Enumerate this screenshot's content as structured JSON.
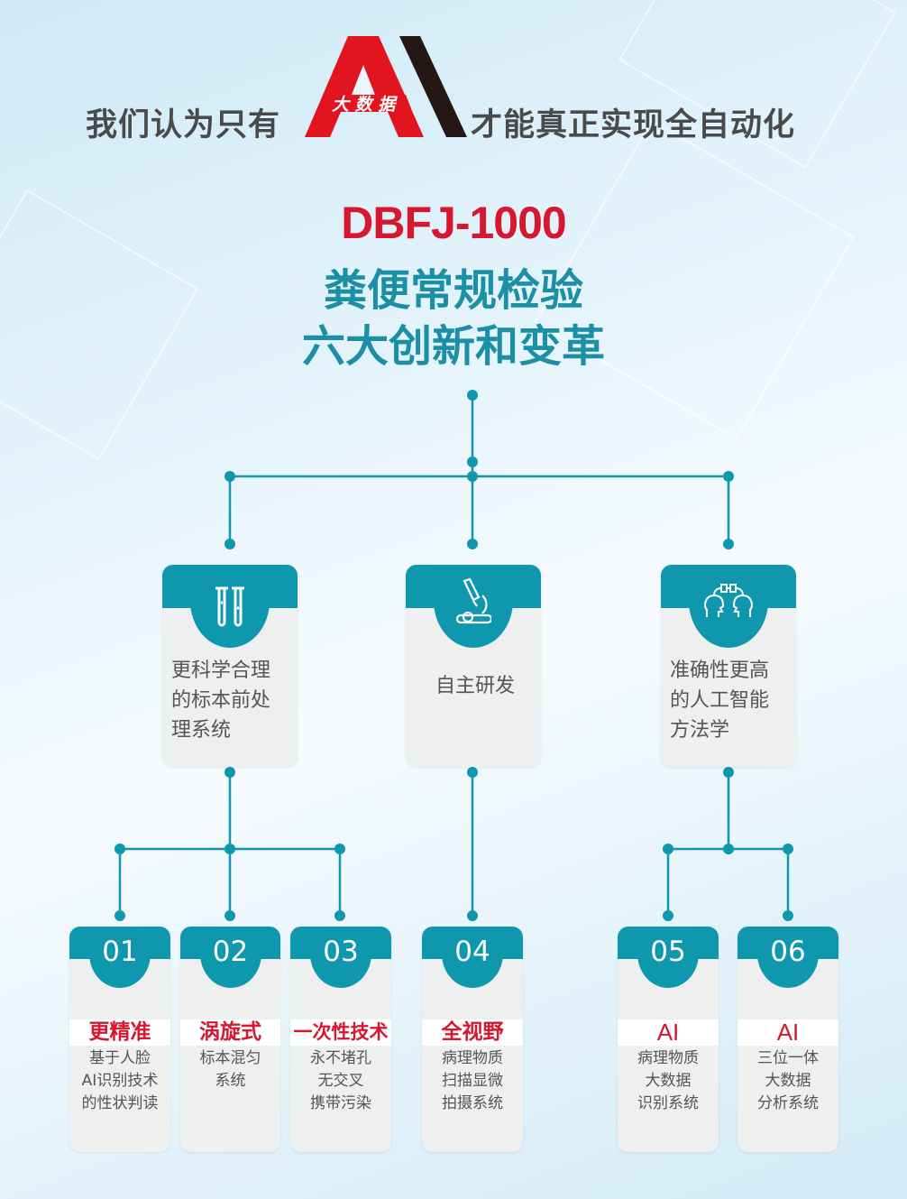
{
  "header": {
    "left_text": "我们认为只有",
    "logo_text": "大数据",
    "logo_letters": "Ai",
    "right_text": "才能真正实现全自动化"
  },
  "title": {
    "model": "DBFJ-1000",
    "line2": "粪便常规检验",
    "line3": "六大创新和变革"
  },
  "colors": {
    "teal": "#0e97ad",
    "red": "#d7172f",
    "card": "#eeefef",
    "text": "#555555"
  },
  "categories": [
    {
      "icon": "test-tubes-icon",
      "label": "更科学合理的标本前处理系统",
      "lines": [
        "更科学合理",
        "的标本前处",
        "理系统"
      ]
    },
    {
      "icon": "microscope-icon",
      "label": "自主研发",
      "lines": [
        "自主研发"
      ]
    },
    {
      "icon": "ai-heads-icon",
      "label": "准确性更高的人工智能方法学",
      "lines": [
        "准确性更高",
        "的人工智能",
        "方法学"
      ]
    }
  ],
  "items": [
    {
      "num": "01",
      "title": "更精准",
      "desc": [
        "基于人脸",
        "AI识别技术",
        "的性状判读"
      ]
    },
    {
      "num": "02",
      "title": "涡旋式",
      "desc": [
        "标本混匀",
        "系统"
      ]
    },
    {
      "num": "03",
      "title": "一次性技术",
      "desc": [
        "永不堵孔",
        "无交叉",
        "携带污染"
      ]
    },
    {
      "num": "04",
      "title": "全视野",
      "desc": [
        "病理物质",
        "扫描显微",
        "拍摄系统"
      ]
    },
    {
      "num": "05",
      "title": "AI",
      "desc": [
        "病理物质",
        "大数据",
        "识别系统"
      ]
    },
    {
      "num": "06",
      "title": "AI",
      "desc": [
        "三位一体",
        "大数据",
        "分析系统"
      ]
    }
  ]
}
